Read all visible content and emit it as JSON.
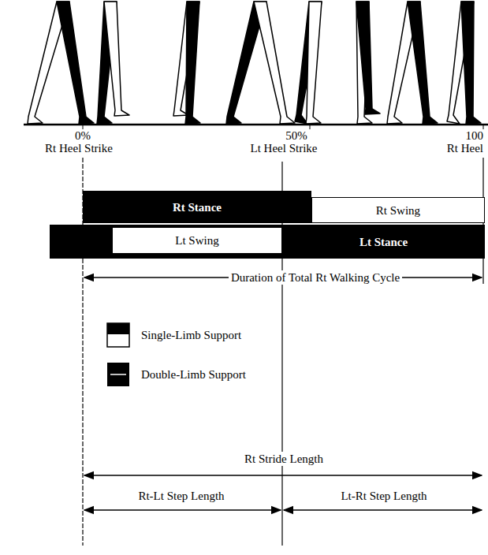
{
  "diagram": {
    "nodes": [
      {
        "text": [
          "Rt Stance"
        ]
      },
      {
        "text": [
          "Rt Swing"
        ]
      },
      {
        "text": [
          "Lt Swing"
        ]
      },
      {
        "text": [
          "Lt Stance"
        ]
      }
    ],
    "labels": [
      "0%",
      "Rt Heel Strike",
      "50%",
      "Lt Heel Strike",
      "100",
      "Rt Heel",
      "Duration of Total Rt Walking Cycle",
      "Rt Stride Length",
      "Rt-Lt Step Length",
      "Lt-Rt Step Length"
    ],
    "legend": [
      {
        "text": "Single-Limb Support"
      },
      {
        "text": "Double-Limb Support"
      }
    ]
  }
}
